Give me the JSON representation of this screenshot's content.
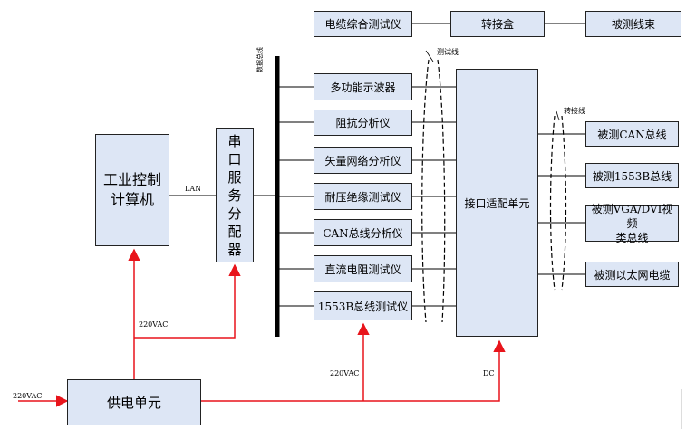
{
  "top_chain": [
    "电缆综合测试仪",
    "转接盒",
    "被测线束"
  ],
  "bus_label": "数据总线",
  "instruments": [
    "多功能示波器",
    "阻抗分析仪",
    "矢量网络分析仪",
    "耐压绝缘测试仪",
    "CAN总线分析仪",
    "直流电阻测试仪",
    "1553B总线测试仪"
  ],
  "ipc": "工业控制\n计算机",
  "serial": "串\n口\n服\n务\n分\n配\n器",
  "adapter": "接口适配单元",
  "psu": "供电单元",
  "targets": [
    "被测CAN总线",
    "被测1553B总线",
    "被测VGA/DVI视频\n类总线",
    "被测以太网电缆"
  ],
  "labels": {
    "lan": "LAN",
    "vac_in": "220VAC",
    "vac_left": "220VAC",
    "vac_mid": "220VAC",
    "dc": "DC",
    "test_line": "测试线",
    "patch_line": "转接线"
  },
  "colors": {
    "box_fill": "#dde6f5",
    "power_line": "#e8141b"
  }
}
